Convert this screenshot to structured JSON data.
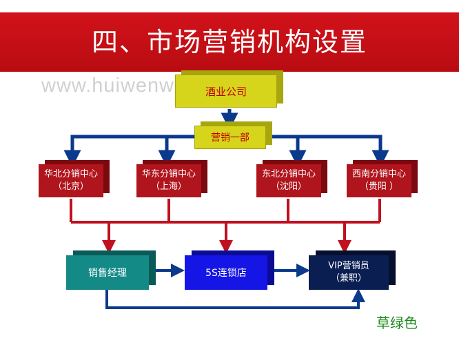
{
  "title": "四、市场营销机构设置",
  "watermark": "www.huiwenwang.cn",
  "nodes": {
    "company": "酒业公司",
    "dept": "营销一部",
    "centers": [
      {
        "name": "华北分销中心",
        "city": "（北京）"
      },
      {
        "name": "华东分销中心",
        "city": "（上海）"
      },
      {
        "name": "东北分销中心",
        "city": "（沈阳）"
      },
      {
        "name": "西南分销中心",
        "city": "（贵阳 ）"
      }
    ],
    "manager": "销售经理",
    "chain_store": "5S连锁店",
    "vip_line1": "VIP营销员",
    "vip_line2": "（兼职）"
  },
  "footer_label": "草绿色",
  "colors": {
    "banner": "#c8101a",
    "arrow_blue": "#0b3a8c",
    "arrow_red": "#c01020",
    "footer": "#1a8a1a"
  }
}
